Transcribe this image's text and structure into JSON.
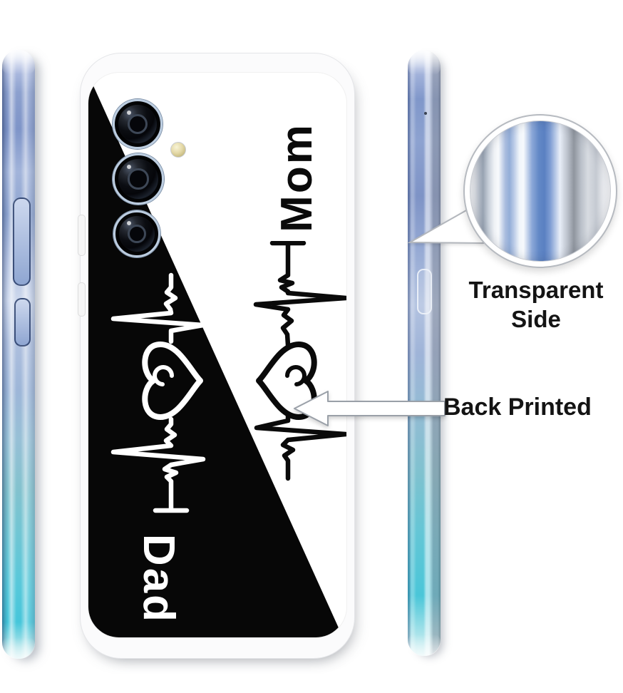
{
  "design": {
    "mom_label": "Mom",
    "dad_label": "Dad"
  },
  "callouts": {
    "transparent_side_line1": "Transparent",
    "transparent_side_line2": "Side",
    "back_printed": "Back Printed"
  },
  "icons": {
    "magnifier": "zoom-callout-circle",
    "arrow": "left-arrow",
    "heartbeat": "ekg-heartbeat-with-heart"
  },
  "colors": {
    "ink": "#0a0a0a",
    "case_print_black": "#070707",
    "case_print_white": "#ffffff",
    "phone_blue": "#7e94c8",
    "phone_teal": "#4ac6d8",
    "magnifier_blue": "#5a80c2",
    "flash_yellow": "#e4d9a8",
    "annotation_text": "#141414"
  }
}
